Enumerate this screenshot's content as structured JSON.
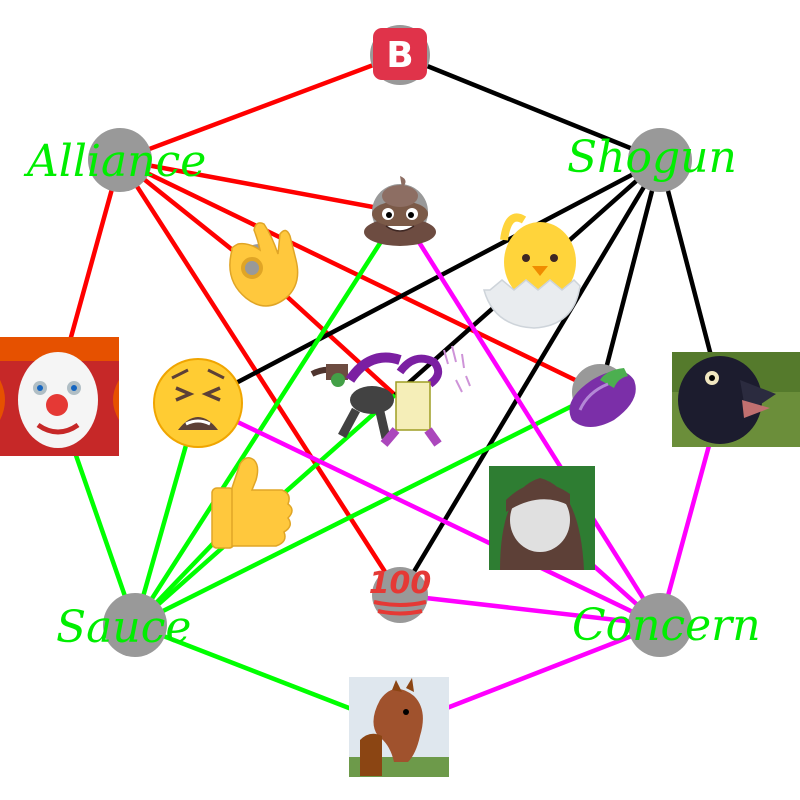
{
  "hubs": {
    "alliance": {
      "label": "Alliance"
    },
    "shogun": {
      "label": "Shogun"
    },
    "sauce": {
      "label": "Sauce"
    },
    "concern": {
      "label": "Concern"
    }
  },
  "icons": {
    "b_button": {
      "label": "B",
      "name": "b-button-icon"
    },
    "poop": {
      "name": "pile-of-poo-icon"
    },
    "ok_hand": {
      "name": "ok-hand-icon"
    },
    "hatching_chick": {
      "name": "hatching-chick-icon"
    },
    "weary_face": {
      "name": "weary-face-icon"
    },
    "eggplant": {
      "name": "eggplant-icon"
    },
    "thumbs_up": {
      "name": "thumbs-up-icon"
    },
    "hundred": {
      "label": "100",
      "name": "hundred-points-icon"
    },
    "clown": {
      "name": "clown-photo"
    },
    "bird": {
      "name": "screaming-bird-photo"
    },
    "horse": {
      "name": "horse-photo"
    },
    "hooded_figure": {
      "name": "hooded-figure-drawing"
    },
    "fighters": {
      "name": "fighting-characters-drawing"
    }
  },
  "colors": {
    "alliance_edges": "#ff0000",
    "shogun_edges": "#000000",
    "sauce_edges": "#00ff00",
    "concern_edges": "#ff00ff",
    "hub_node": "#999999",
    "hub_label": "#00ee00"
  }
}
